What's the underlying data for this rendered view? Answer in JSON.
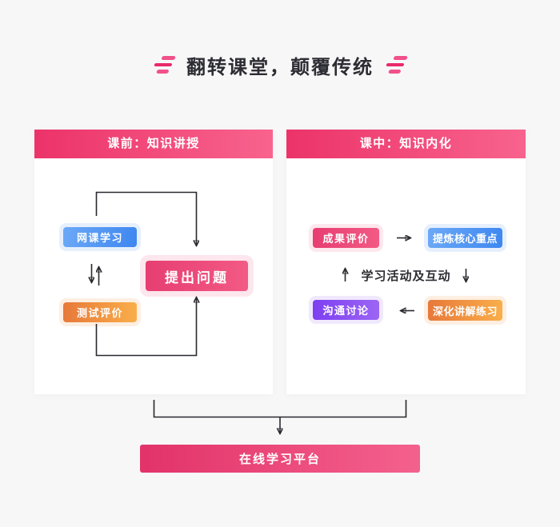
{
  "title": {
    "text": "翻转课堂，颠覆传统",
    "decor_icon": "speed-lines-icon"
  },
  "panels": {
    "pre_class": {
      "header": "课前：知识讲授",
      "nodes": {
        "online_course": {
          "label": "网课学习",
          "color": "blue"
        },
        "raise_questions": {
          "label": "提出问题",
          "color": "pink"
        },
        "test_evaluation": {
          "label": "测试评价",
          "color": "orange"
        }
      }
    },
    "in_class": {
      "header": "课中：知识内化",
      "center_label": "学习活动及互动",
      "nodes": {
        "outcome_evaluation": {
          "label": "成果评价",
          "color": "pink"
        },
        "extract_key_points": {
          "label": "提炼核心重点",
          "color": "blue"
        },
        "communication_discussion": {
          "label": "沟通讨论",
          "color": "purple"
        },
        "deepen_explain_practice": {
          "label": "深化讲解练习",
          "color": "orange"
        }
      }
    }
  },
  "platform": {
    "label": "在线学习平台"
  },
  "colors": {
    "page_bg": "#f7f7f8",
    "panel_bg": "#ffffff",
    "text_dark": "#2c2c33",
    "line_color": "#28282e",
    "accent_pink": "#ee3a72",
    "header_gradient": [
      "#ec3369",
      "#f8638e"
    ],
    "pink_gradient": [
      "#e73e72",
      "#f25a84"
    ],
    "blue_gradient": [
      "#6ca9f7",
      "#3e87f0"
    ],
    "orange_gradient": [
      "#e7793a",
      "#f9ae4a"
    ],
    "purple_gradient": [
      "#7d40f1",
      "#9c65f4"
    ]
  }
}
